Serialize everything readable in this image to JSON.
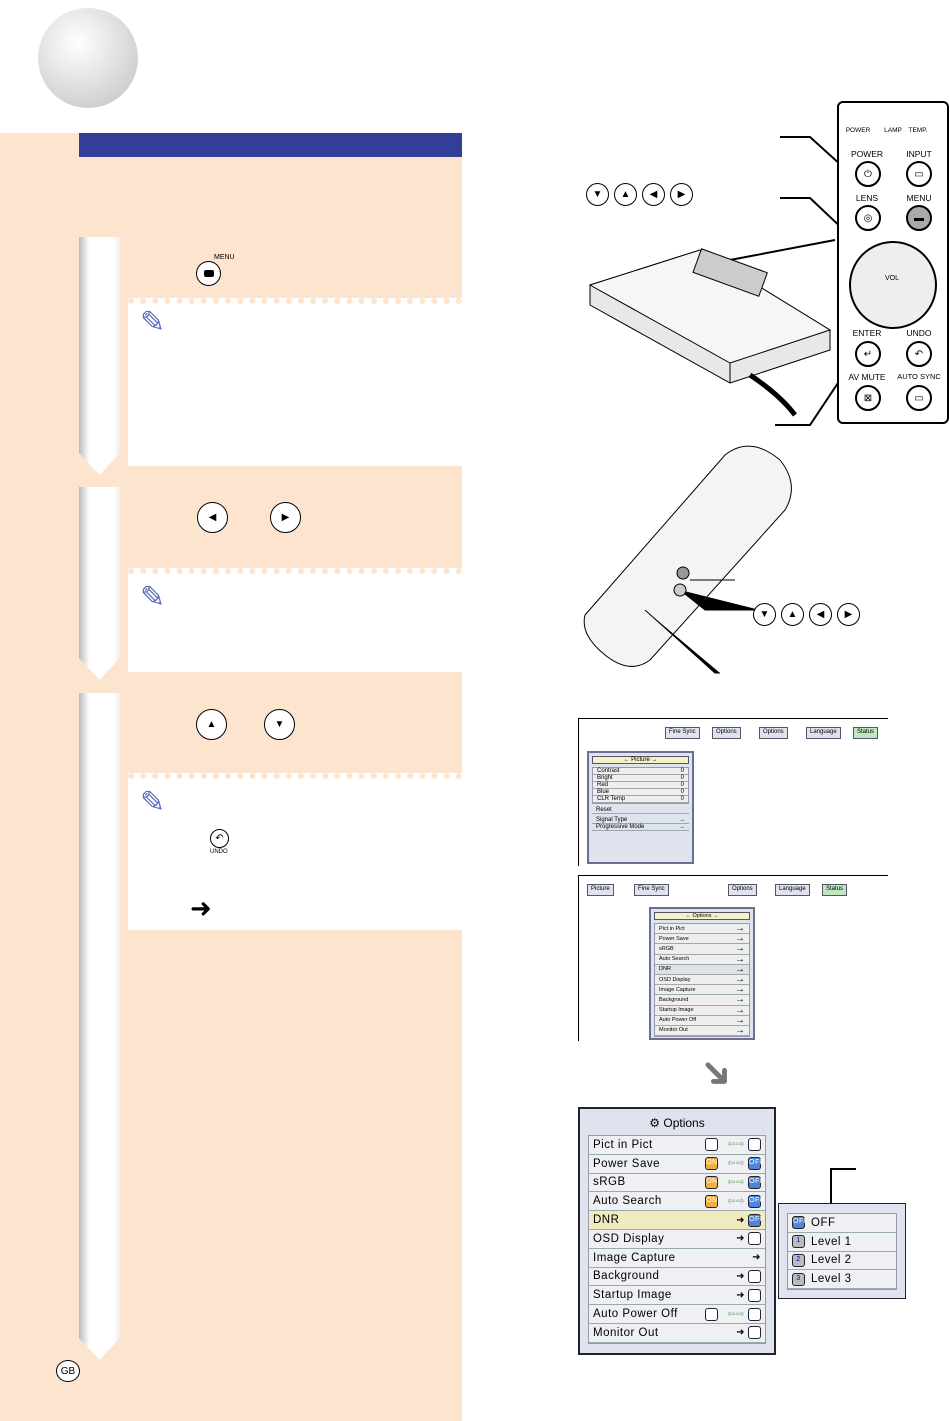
{
  "step1": {
    "menu_key": "MENU"
  },
  "step3": {
    "undo_key": "UNDO"
  },
  "page_badge": "GB",
  "control_panel": {
    "indicators": [
      "POWER",
      "LAMP",
      "TEMP."
    ],
    "buttons": [
      "POWER",
      "INPUT",
      "LENS",
      "MENU",
      "VOL",
      "ENTER",
      "UNDO",
      "AV MUTE",
      "AUTO SYNC"
    ]
  },
  "arrow_keys": [
    "▼",
    "▲",
    "◀",
    "▶"
  ],
  "picture_screen": {
    "tabs": [
      "Fine Sync",
      "Options",
      "Options",
      "Language",
      "Status"
    ],
    "title": "Picture",
    "rows": [
      "Contrast",
      "Bright",
      "Red",
      "Blue",
      "CLR Temp"
    ],
    "reset": "Reset",
    "signal_type": "Signal Type",
    "progressive": "Progressive Mode",
    "values": [
      "0",
      "0",
      "0",
      "0",
      "0"
    ]
  },
  "options_screen": {
    "tabs": [
      "Picture",
      "Fine Sync",
      "Options",
      "Language",
      "Status"
    ],
    "title": "Options"
  },
  "options_menu": {
    "title": "Options",
    "rows": [
      {
        "label": "Pict in Pict",
        "from": "",
        "to": ""
      },
      {
        "label": "Power Save",
        "from": "ON",
        "to": "OFF"
      },
      {
        "label": "sRGB",
        "from": "ON",
        "to": "OFF"
      },
      {
        "label": "Auto Search",
        "from": "ON",
        "to": "OFF"
      },
      {
        "label": "DNR",
        "to": "OFF"
      },
      {
        "label": "OSD Display",
        "to": ""
      },
      {
        "label": "Image Capture",
        "to": ""
      },
      {
        "label": "Background",
        "to": ""
      },
      {
        "label": "Startup Image",
        "to": ""
      },
      {
        "label": "Auto Power Off",
        "from": "",
        "to": ""
      },
      {
        "label": "Monitor Out",
        "to": ""
      }
    ]
  },
  "dnr_submenu": {
    "items": [
      {
        "icon": "OFF",
        "label": "OFF"
      },
      {
        "icon": "1",
        "label": "Level 1"
      },
      {
        "icon": "2",
        "label": "Level 2"
      },
      {
        "icon": "3",
        "label": "Level 3"
      }
    ]
  }
}
